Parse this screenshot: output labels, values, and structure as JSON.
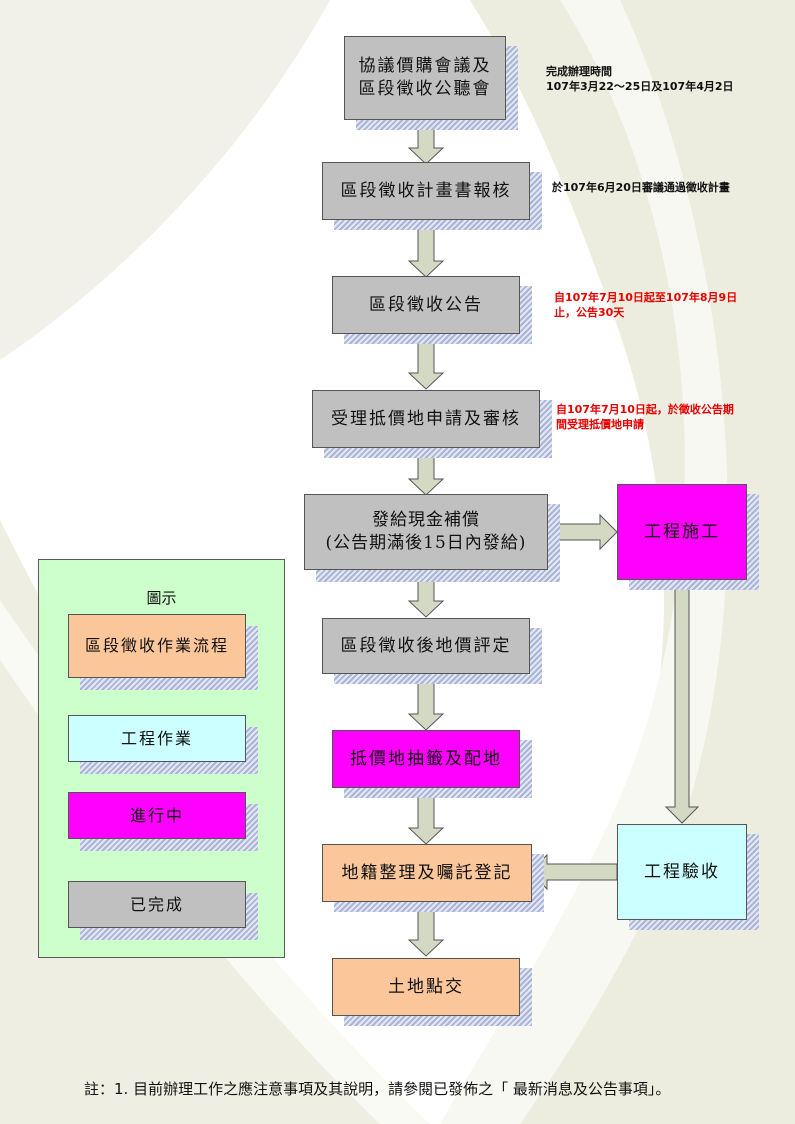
{
  "flow": {
    "negotiation": "協議價購會議及\n區段徵收公聽會",
    "plan_report": "區段徵收計畫書報核",
    "announcement": "區段徵收公告",
    "land_application": "受理抵價地申請及審核",
    "cash_compensation": "發給現金補償\n(公告期滿後15日內發給)",
    "land_price": "區段徵收後地價評定",
    "lottery": "抵價地抽籤及配地",
    "registration": "地籍整理及囑託登記",
    "handover": "土地點交",
    "construction": "工程施工",
    "inspection": "工程驗收"
  },
  "notes": {
    "negotiation": "完成辦理時間\n107年3月22～25日及107年4月2日",
    "plan_report": "於107年6月20日審議通過徵收計畫",
    "announcement": "自107年7月10日起至107年8月9日\n止，公告30天",
    "land_application": "自107年7月10日起，於徵收公告期\n間受理抵價地申請"
  },
  "legend": {
    "title": "圖示",
    "process": "區段徵收作業流程",
    "engineering": "工程作業",
    "in_progress": "進行中",
    "completed": "已完成"
  },
  "footer": "註：1. 目前辦理工作之應注意事項及其說明，請參閱已發佈之「 最新消息及公告事項」。",
  "colors": {
    "completed": "#c0c0c0",
    "process": "#fbc79a",
    "in_progress": "#ff00ff",
    "engineering": "#ccffff",
    "note_red": "#e60000",
    "legend_bg": "#ccffcc",
    "arrow": "#d4d9c4"
  }
}
